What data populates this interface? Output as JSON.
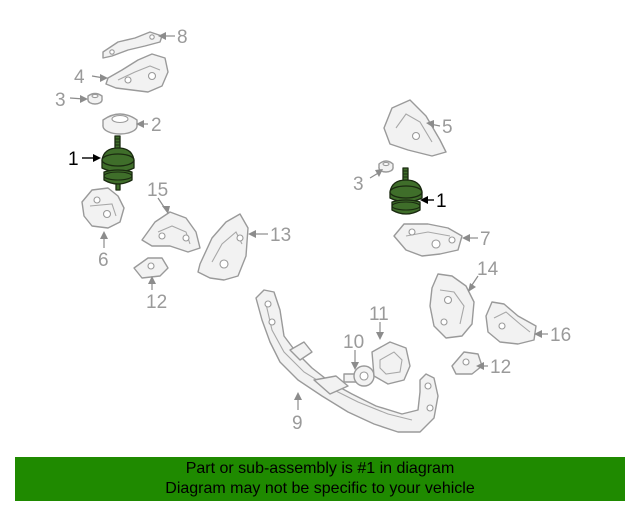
{
  "callouts": {
    "c1a": "1",
    "c1b": "1",
    "c2": "2",
    "c3a": "3",
    "c3b": "3",
    "c4": "4",
    "c5": "5",
    "c6": "6",
    "c7": "7",
    "c8": "8",
    "c9": "9",
    "c10": "10",
    "c11": "11",
    "c12a": "12",
    "c12b": "12",
    "c13": "13",
    "c14": "14",
    "c15": "15",
    "c16": "16"
  },
  "highlight_color": "#3f6e2a",
  "banner": {
    "line1": "Part or sub-assembly is #1 in diagram",
    "line2": "Diagram may not be specific to your vehicle",
    "background": "#1f8a00"
  }
}
